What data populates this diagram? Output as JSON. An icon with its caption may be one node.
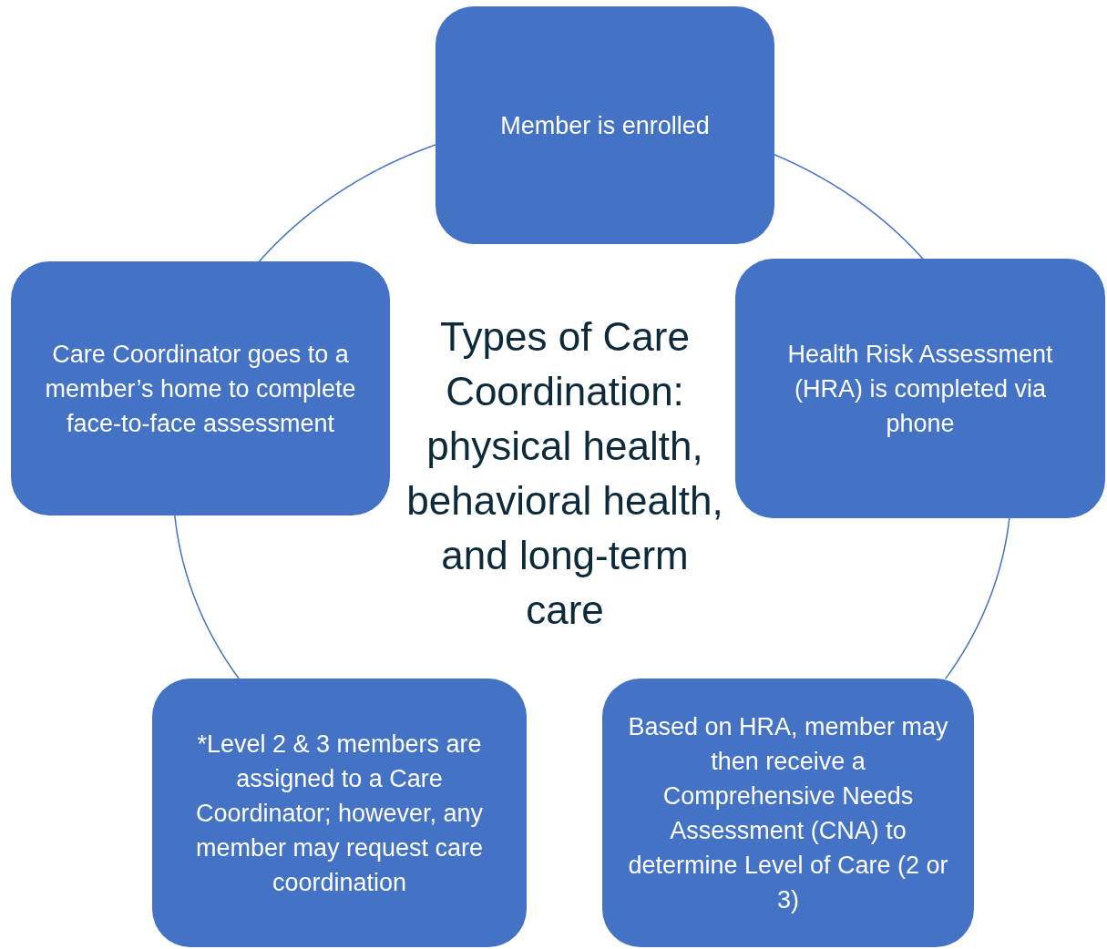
{
  "diagram": {
    "title": "Types of Care Coordination: physical health, behavioral health, and long-term care",
    "nodes": [
      {
        "text": [
          "Member is enrolled"
        ]
      },
      {
        "text": [
          "Care Coordinator goes to a member’s home to complete face-to-face assessment"
        ]
      },
      {
        "text": [
          "Health Risk Assessment (HRA) is completed via phone"
        ]
      },
      {
        "text": [
          "*Level 2 & 3 members are assigned to a Care Coordinator; however, any member may request care coordination"
        ]
      },
      {
        "text": [
          "Based on HRA, member may then receive a Comprehensive Needs Assessment (CNA) to determine Level of Care (2 or 3)"
        ]
      }
    ],
    "edges": [
      {
        "from": 0,
        "to": 2,
        "arrow": "none"
      },
      {
        "from": 2,
        "to": 4,
        "arrow": "none"
      },
      {
        "from": 3,
        "to": 1,
        "arrow": "none"
      },
      {
        "from": 1,
        "to": 0,
        "arrow": "none"
      }
    ]
  }
}
